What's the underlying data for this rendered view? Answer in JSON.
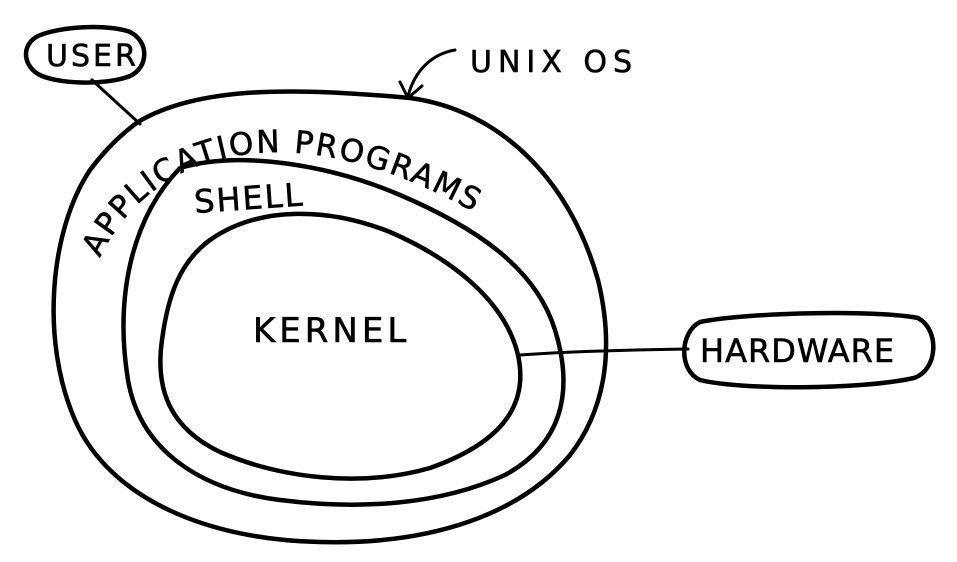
{
  "diagram": {
    "nodes": {
      "user": "USER",
      "unix_os": "UNIX OS",
      "application_programs": "APPLICATION PROGRAMS",
      "shell": "SHELL",
      "kernel": "KERNEL",
      "hardware": "HARDWARE"
    },
    "stroke_color": "#000000",
    "background_color": "#ffffff"
  }
}
